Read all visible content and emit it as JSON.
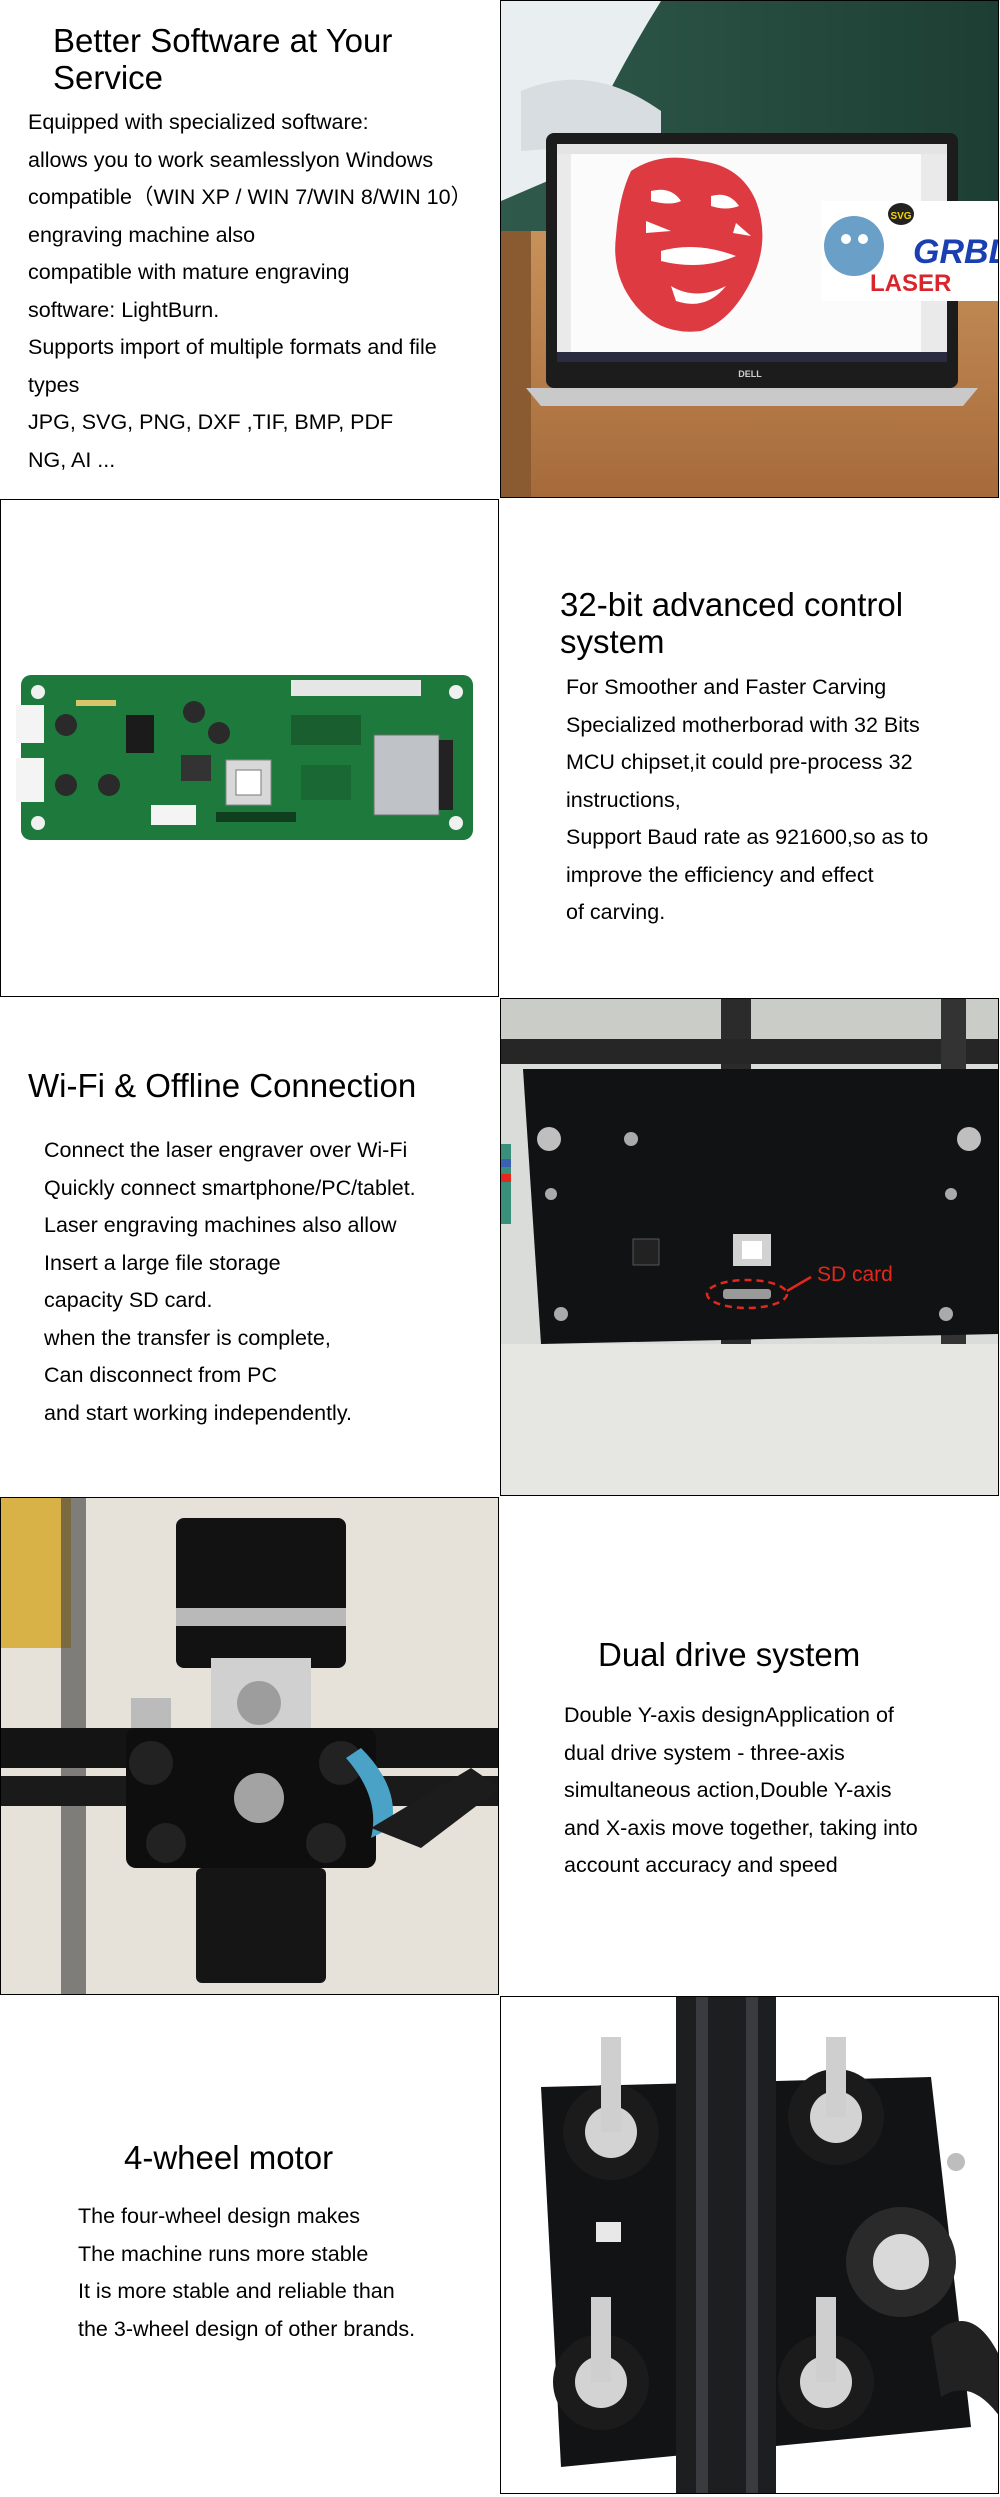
{
  "section1": {
    "title_line1": "Better Software at Your",
    "title_line2": "Service",
    "lines": [
      "Equipped with specialized software:",
      " allows you to work seamlesslyon Windows",
      "compatible（WIN XP / WIN 7/WIN 8/WIN 10）",
      "engraving machine also",
      "compatible with mature engraving",
      "software: LightBurn.",
      "Supports import of multiple formats and file",
      "types",
      "JPG, SVG, PNG, DXF ,TIF, BMP, PDF",
      "NG, AI ..."
    ],
    "laptop_brand": "DELL",
    "grbl_logo": {
      "svg": "SVG",
      "grbl": "GRBL",
      "laser": "LASER"
    }
  },
  "section2": {
    "title_line1": "32-bit advanced control",
    "title_line2": "system",
    "lines": [
      "For Smoother and Faster Carving",
      "Specialized motherborad with 32 Bits",
      "MCU chipset,it could pre-process 32",
      "instructions,",
      "Support Baud rate as 921600,so as to",
      "improve the efficiency and effect",
      "of carving."
    ]
  },
  "section3": {
    "title": "Wi-Fi & Offline Connection",
    "lines": [
      "Connect the laser engraver over Wi-Fi",
      "Quickly connect smartphone/PC/tablet.",
      "  Laser engraving machines also allow",
      "Insert a large file storage",
      "capacity SD card.",
      "when the transfer is complete,",
      "Can disconnect from PC",
      "and start working independently."
    ],
    "sd_label": "SD card"
  },
  "section4": {
    "title": "Dual drive system",
    "lines": [
      "Double Y-axis designApplication of",
      "dual drive system - three-axis",
      "simultaneous action,Double Y-axis",
      "and X-axis move together, taking into",
      "account accuracy and speed"
    ]
  },
  "section5": {
    "title": "4-wheel motor",
    "lines": [
      "The four-wheel design makes",
      "The machine runs more stable",
      "It is more stable and reliable than",
      "the 3-wheel design of other brands."
    ]
  },
  "colors": {
    "sd_red": "#e3271b",
    "pcb_green": "#1e7a3c",
    "laser_red": "#d9262c"
  }
}
